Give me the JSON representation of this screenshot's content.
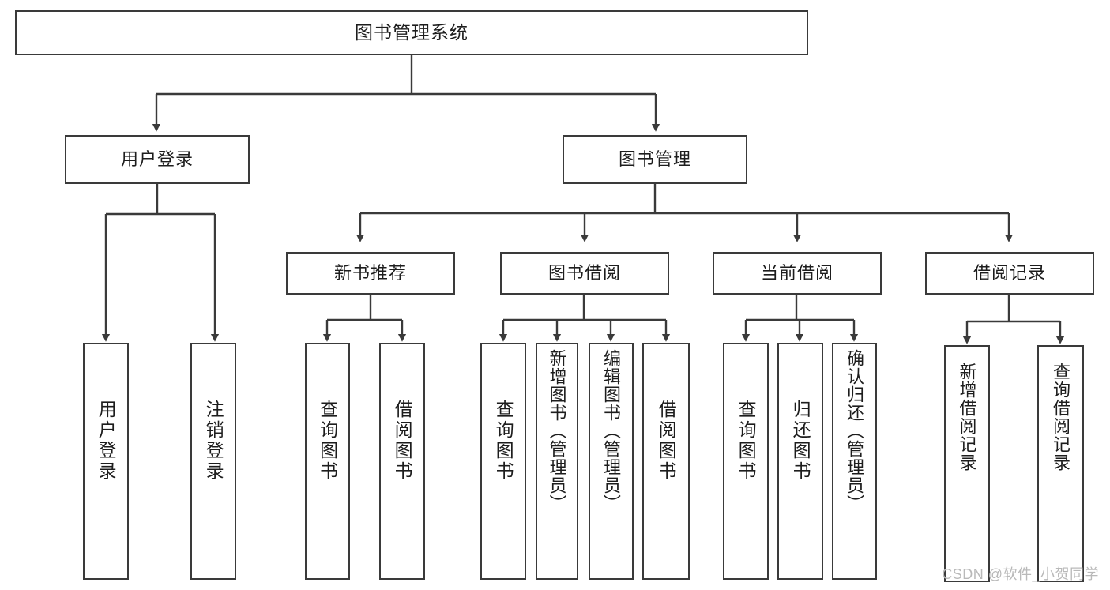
{
  "diagram": {
    "title": "图书管理系统",
    "type": "tree",
    "root": {
      "id": "root",
      "label": "图书管理系统"
    },
    "level2": [
      {
        "id": "user-login",
        "label": "用户登录"
      },
      {
        "id": "book-manage",
        "label": "图书管理"
      }
    ],
    "level3": [
      {
        "id": "new-book-recommend",
        "label": "新书推荐",
        "parent": "book-manage"
      },
      {
        "id": "book-borrow",
        "label": "图书借阅",
        "parent": "book-manage"
      },
      {
        "id": "current-borrow",
        "label": "当前借阅",
        "parent": "book-manage"
      },
      {
        "id": "borrow-record",
        "label": "借阅记录",
        "parent": "book-manage"
      }
    ],
    "leaves": [
      {
        "id": "leaf-user-login",
        "label": "用户登录",
        "parent": "user-login"
      },
      {
        "id": "leaf-user-logout",
        "label": "注销登录",
        "parent": "user-login"
      },
      {
        "id": "leaf-query-book-1",
        "label": "查询图书",
        "parent": "new-book-recommend"
      },
      {
        "id": "leaf-borrow-book-1",
        "label": "借阅图书",
        "parent": "new-book-recommend"
      },
      {
        "id": "leaf-query-book-2",
        "label": "查询图书",
        "parent": "book-borrow"
      },
      {
        "id": "leaf-add-book",
        "label": "新增图书（管理员）",
        "parent": "book-borrow"
      },
      {
        "id": "leaf-edit-book",
        "label": "编辑图书（管理员）",
        "parent": "book-borrow"
      },
      {
        "id": "leaf-borrow-book-2",
        "label": "借阅图书",
        "parent": "book-borrow"
      },
      {
        "id": "leaf-query-book-3",
        "label": "查询图书",
        "parent": "current-borrow"
      },
      {
        "id": "leaf-return-book",
        "label": "归还图书",
        "parent": "current-borrow"
      },
      {
        "id": "leaf-confirm-return",
        "label": "确认归还（管理员）",
        "parent": "current-borrow"
      },
      {
        "id": "leaf-add-record",
        "label": "新增借阅记录",
        "parent": "borrow-record"
      },
      {
        "id": "leaf-query-record",
        "label": "查询借阅记录",
        "parent": "borrow-record"
      }
    ]
  },
  "watermark": {
    "text": "CSDN @软件_小贺同学"
  },
  "colors": {
    "stroke": "#3a3a3a",
    "text": "#1d1d1d",
    "background": "#ffffff",
    "watermark": "#b9b9b9"
  }
}
